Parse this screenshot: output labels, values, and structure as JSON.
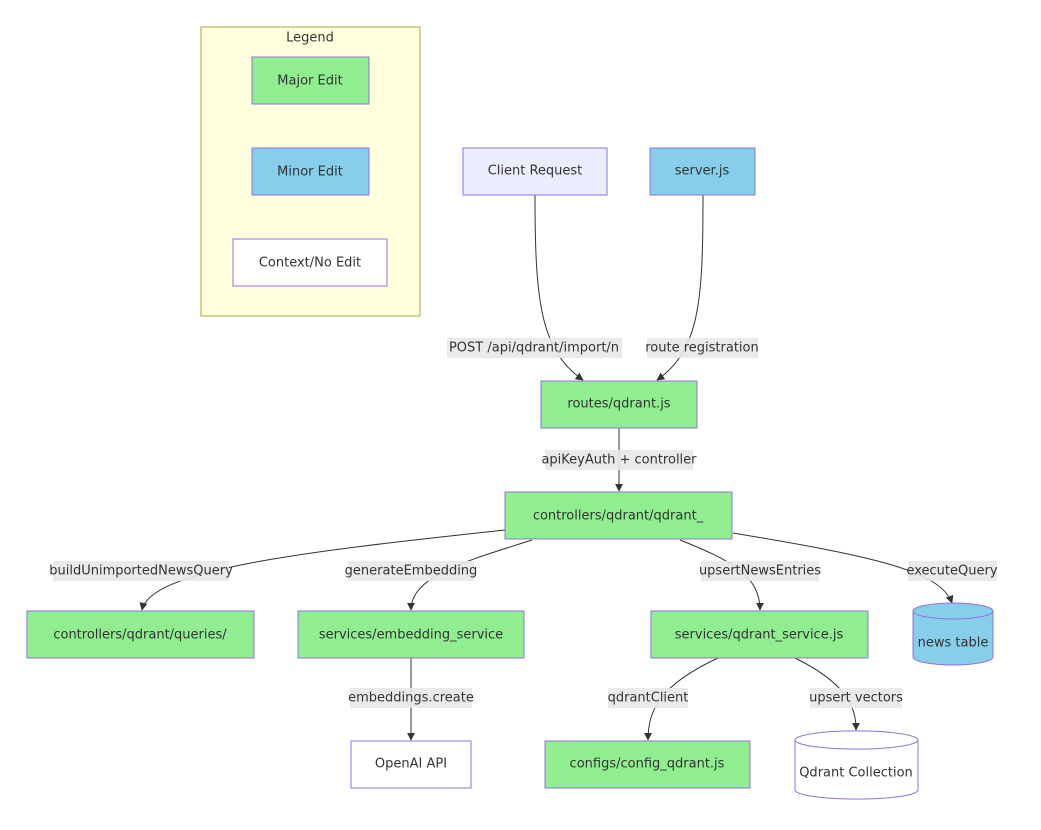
{
  "legend": {
    "title": "Legend",
    "major": "Major Edit",
    "minor": "Minor Edit",
    "context": "Context/No Edit"
  },
  "nodes": {
    "client_request": "Client Request",
    "server_js": "server.js",
    "routes": "routes/qdrant.js",
    "controller": "controllers/qdrant/qdrant_",
    "queries": "controllers/qdrant/queries/",
    "embedding_service": "services/embedding_service",
    "qdrant_service": "services/qdrant_service.js",
    "news_table": "news table",
    "openai_api": "OpenAI API",
    "config_qdrant": "configs/config_qdrant.js",
    "qdrant_collection": "Qdrant Collection"
  },
  "edges": {
    "post_import": "POST /api/qdrant/import/n",
    "route_registration": "route registration",
    "apikey_controller": "apiKeyAuth + controller",
    "build_query": "buildUnimportedNewsQuery",
    "generate_embedding": "generateEmbedding",
    "upsert_entries": "upsertNewsEntries",
    "execute_query": "executeQuery",
    "embeddings_create": "embeddings.create",
    "qdrant_client": "qdrantClient",
    "upsert_vectors": "upsert vectors"
  },
  "colors": {
    "major": "#90ee90",
    "minor": "#87ceeb",
    "context": "#ffffff",
    "client": "#ececff",
    "legend_bg": "#ffffde",
    "node_border": "#9370db",
    "edge": "#333333"
  }
}
